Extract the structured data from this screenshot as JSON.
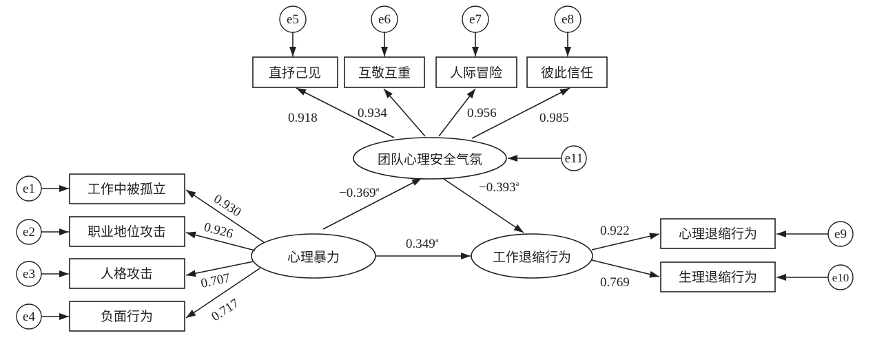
{
  "diagram": {
    "type": "structural-equation-model",
    "latent_variables": {
      "psych_safety": "团队心理安全气氛",
      "psych_violence": "心理暴力",
      "work_withdrawal": "工作退缩行为"
    },
    "indicators": {
      "safety": [
        "直抒己见",
        "互敬互重",
        "人际冒险",
        "彼此信任"
      ],
      "violence": [
        "工作中被孤立",
        "职业地位攻击",
        "人格攻击",
        "负面行为"
      ],
      "withdrawal": [
        "心理退缩行为",
        "生理退缩行为"
      ]
    },
    "errors": {
      "safety": [
        "e5",
        "e6",
        "e7",
        "e8"
      ],
      "violence": [
        "e1",
        "e2",
        "e3",
        "e4"
      ],
      "withdrawal": [
        "e9",
        "e10"
      ],
      "latent": "e11"
    },
    "loadings": {
      "safety": [
        "0.918",
        "0.934",
        "0.956",
        "0.985"
      ],
      "violence": [
        "0.930",
        "0.926",
        "0.707",
        "0.717"
      ],
      "withdrawal": [
        "0.922",
        "0.769"
      ]
    },
    "paths": {
      "violence_to_safety": {
        "value": "−0.369",
        "sup": "a"
      },
      "safety_to_withdrawal": {
        "value": "−0.393",
        "sup": "a"
      },
      "violence_to_withdrawal": {
        "value": "0.349",
        "sup": "a"
      }
    }
  }
}
